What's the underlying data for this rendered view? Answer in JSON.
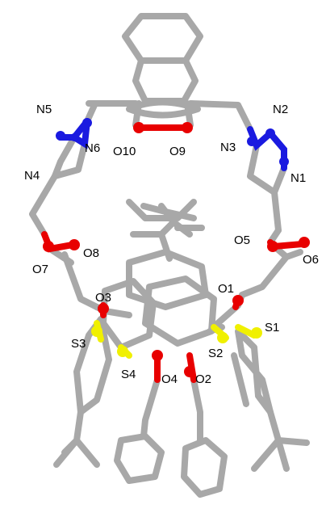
{
  "colors": {
    "carbon": "#a8a8a8",
    "nitrogen": "#1a1ae0",
    "oxygen": "#e80000",
    "sulfur": "#f0f000",
    "label": "#000000"
  },
  "labels": {
    "N1": "N1",
    "N2": "N2",
    "N3": "N3",
    "N4": "N4",
    "N5": "N5",
    "N6": "N6",
    "O1": "O1",
    "O2": "O2",
    "O3": "O3",
    "O4": "O4",
    "O5": "O5",
    "O6": "O6",
    "O7": "O7",
    "O8": "O8",
    "O9": "O9",
    "O10": "O10",
    "S1": "S1",
    "S2": "S2",
    "S3": "S3",
    "S4": "S4"
  }
}
